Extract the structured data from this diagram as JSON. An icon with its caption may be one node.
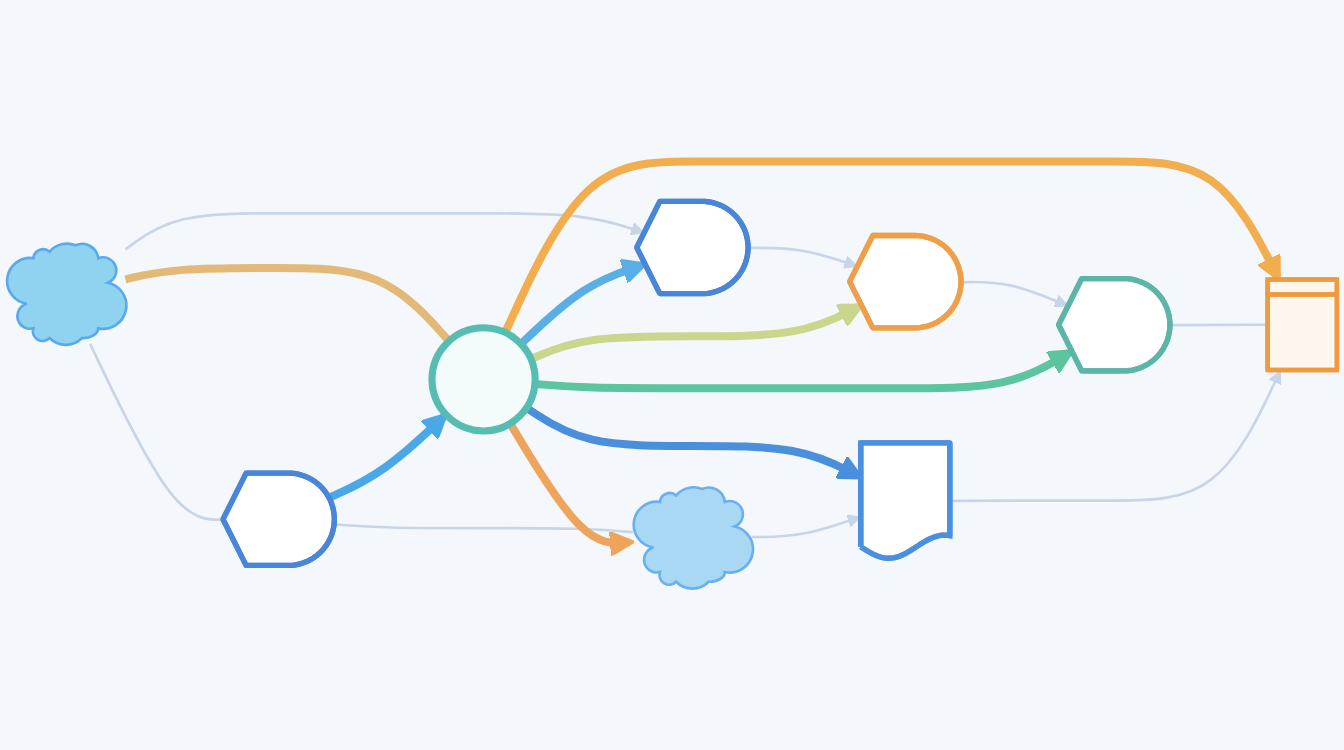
{
  "diagram": {
    "nodes": [
      {
        "text": [],
        "shape": "cloud"
      },
      {
        "text": [],
        "shape": "monitor"
      },
      {
        "text": [],
        "shape": "monitor"
      },
      {
        "text": [],
        "shape": "monitor"
      },
      {
        "text": [],
        "shape": "circle"
      },
      {
        "text": [],
        "shape": "monitor"
      },
      {
        "text": [],
        "shape": "cloud"
      },
      {
        "text": [],
        "shape": "document"
      },
      {
        "text": [],
        "shape": "chart"
      }
    ],
    "edges": [
      {
        "from": 0,
        "to": 1,
        "arrow": "to"
      },
      {
        "from": 1,
        "to": 2,
        "arrow": "to"
      },
      {
        "from": 0,
        "to": 4,
        "arrow": "none",
        "style": "thick",
        "color": "#e3b978"
      },
      {
        "from": 4,
        "to": 1,
        "arrow": "to",
        "style": "thick",
        "color": "#5aaee6"
      },
      {
        "from": 4,
        "to": 2,
        "arrow": "to",
        "style": "thick",
        "color": "#c9d68c"
      },
      {
        "from": 2,
        "to": 5,
        "arrow": "to"
      },
      {
        "from": 0,
        "to": 3,
        "arrow": "none"
      },
      {
        "from": 3,
        "to": 4,
        "arrow": "to",
        "style": "thick",
        "color": "#4aa8e8"
      },
      {
        "from": 4,
        "to": 5,
        "arrow": "to",
        "style": "thick",
        "color": "#5cc49e"
      },
      {
        "from": 3,
        "to": 6,
        "arrow": "none"
      },
      {
        "from": 4,
        "to": 6,
        "arrow": "to",
        "style": "thick",
        "color": "#eea45a"
      },
      {
        "from": 4,
        "to": 7,
        "arrow": "to",
        "style": "thick",
        "color": "#4a8fdc"
      },
      {
        "from": 4,
        "to": 8,
        "arrow": "to",
        "style": "thick",
        "color": "#f2ad4e"
      },
      {
        "from": 5,
        "to": 8,
        "arrow": "none"
      },
      {
        "from": 6,
        "to": 7,
        "arrow": "to"
      },
      {
        "from": 7,
        "to": 8,
        "arrow": "to"
      }
    ]
  }
}
